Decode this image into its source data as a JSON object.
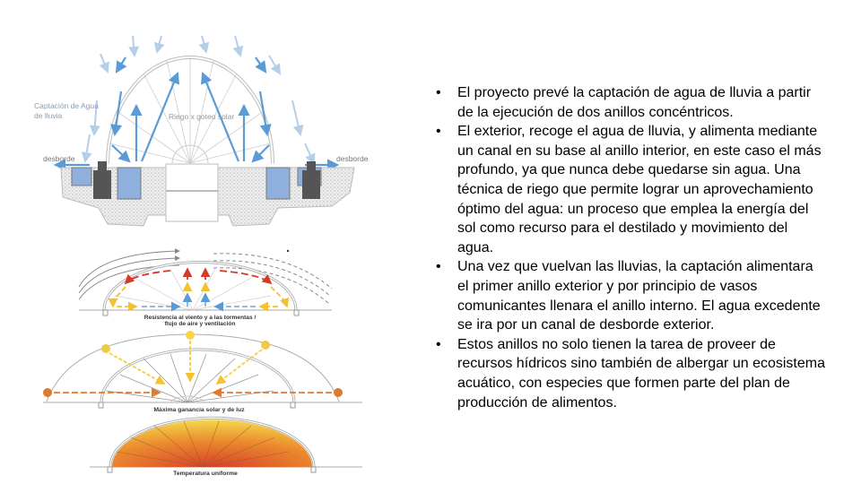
{
  "figure": {
    "rain": {
      "label_captacion_1": "Captación de Agua",
      "label_captacion_2": "de lluvia",
      "label_riego": "Riego x goteo solar",
      "label_desborde_left": "desborde",
      "label_desborde_right": "desborde"
    },
    "wind": {
      "caption_1": "Resistencia al viento y a las tormentas /",
      "caption_2": "flujo de aire y ventilación"
    },
    "solar": {
      "caption": "Máxima ganancia solar y de luz"
    },
    "temperature": {
      "caption": "Temperatura uniforme"
    },
    "colors": {
      "water": "#8fb0dc",
      "arrow_blue": "#5b9bd5",
      "red": "#d43a2a",
      "yellow": "#f2c230",
      "orange": "#e07a2e"
    }
  },
  "bullets": [
    {
      "lines": [
        "El proyecto prevé la captación de agua de lluvia a partir",
        "de la ejecución de dos anillos concéntricos."
      ]
    },
    {
      "lines": [
        "El exterior, recoge el agua de lluvia, y alimenta mediante",
        "un canal en su base al anillo interior, en este caso el más",
        "profundo, ya que nunca debe quedarse sin agua. Una",
        "técnica de riego que permite lograr un aprovechamiento",
        "óptimo del agua: un proceso que emplea la energía del",
        "sol como recurso para el destilado y movimiento del",
        "agua."
      ]
    },
    {
      "lines": [
        "Una vez que vuelvan las lluvias, la captación alimentara",
        "el primer anillo exterior y por principio de vasos",
        "comunicantes llenara el anillo interno. El agua excedente",
        "se ira por un canal de desborde exterior."
      ]
    },
    {
      "lines": [
        "Estos anillos no solo tienen la tarea de proveer de",
        "recursos hídricos sino también de albergar un ecosistema",
        "acuático, con especies que formen parte del plan de",
        "producción de alimentos."
      ]
    }
  ],
  "bullet_char": "•"
}
